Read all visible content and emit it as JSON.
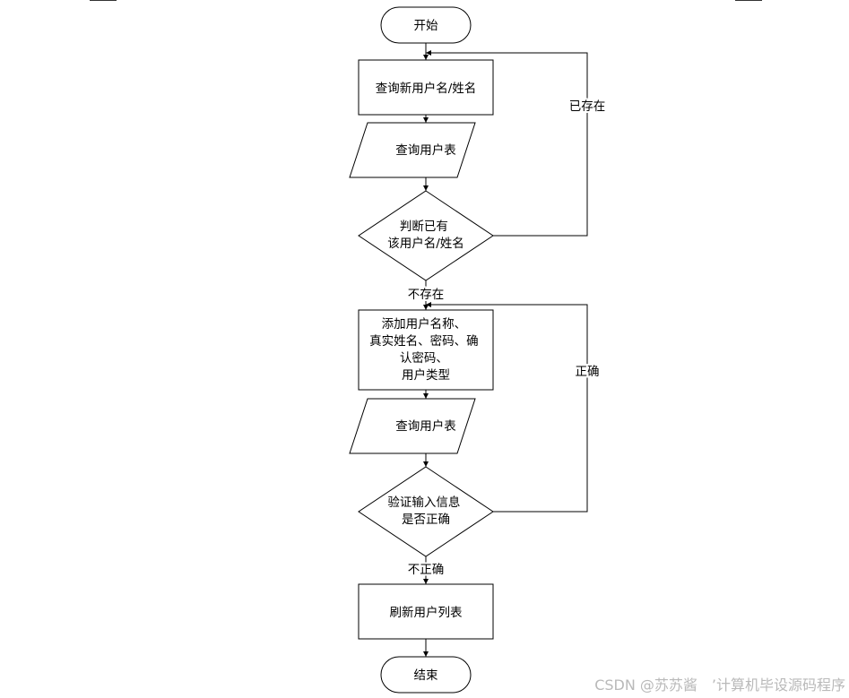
{
  "flowchart": {
    "start": "开始",
    "query_new_user": "查询新用户名/姓名",
    "query_user_table_1": "查询用户表",
    "check_exists": [
      "判断已有",
      "该用户名/姓名"
    ],
    "add_user_info": [
      "添加用户名称、",
      "真实姓名、密码、确",
      "认密码、",
      "用户类型"
    ],
    "query_user_table_2": "查询用户表",
    "validate_input": [
      "验证输入信息",
      "是否正确"
    ],
    "refresh_list": "刷新用户列表",
    "end": "结束"
  },
  "edges": {
    "exists_label": "已存在",
    "not_exists_label": "不存在",
    "correct_label": "正确",
    "incorrect_label": "不正确"
  },
  "watermark": "CSDN @苏苏酱　’计算机毕设源码程序"
}
